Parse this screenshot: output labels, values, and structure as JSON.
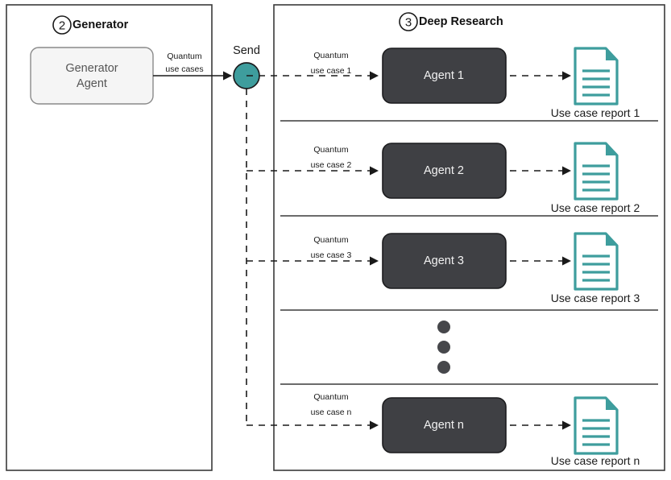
{
  "diagram": {
    "title": "Generator and Deep Research pipeline",
    "colors": {
      "teal": "#3e9d9d",
      "agent_fill": "#3f4044",
      "generator_fill": "#f5f5f5",
      "stroke": "#1a1a1a"
    }
  },
  "panels": [
    {
      "badge": "2",
      "title": "Generator"
    },
    {
      "badge": "3",
      "title": "Deep Research"
    }
  ],
  "generator": {
    "agent_label_line1": "Generator",
    "agent_label_line2": "Agent",
    "output_label_line1": "Quantum",
    "output_label_line2": "use cases"
  },
  "send": {
    "label": "Send"
  },
  "rows": [
    {
      "input_label_line1": "Quantum",
      "input_label_line2": "use case 1",
      "agent_label": "Agent 1",
      "report_label": "Use case report 1"
    },
    {
      "input_label_line1": "Quantum",
      "input_label_line2": "use case 2",
      "agent_label": "Agent 2",
      "report_label": "Use case report 2"
    },
    {
      "input_label_line1": "Quantum",
      "input_label_line2": "use case 3",
      "agent_label": "Agent 3",
      "report_label": "Use case report 3"
    },
    {
      "input_label_line1": "Quantum",
      "input_label_line2": "use case n",
      "agent_label": "Agent n",
      "report_label": "Use case report n"
    }
  ],
  "ellipsis": {
    "dots": 3
  }
}
